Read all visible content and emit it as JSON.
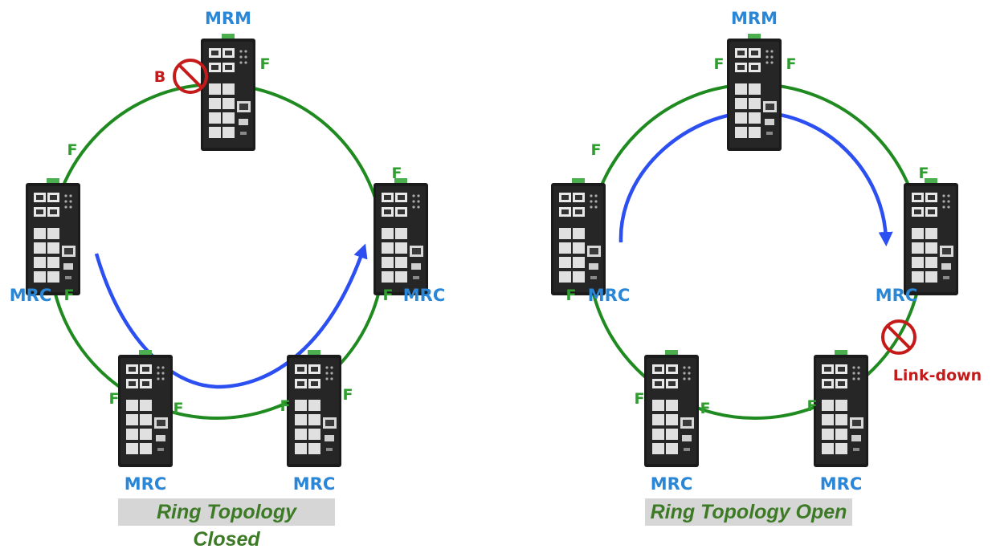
{
  "colors": {
    "ring": "#1f8a1f",
    "flow": "#2b4ff0",
    "port_label": "#2f9e2f",
    "role_label": "#2a86d6",
    "fault": "#c41a1a",
    "caption_bg": "#d6d6d6",
    "caption_text": "#3d7a26"
  },
  "closed": {
    "caption": "Ring Topology Closed",
    "mrm": {
      "role": "MRM",
      "port_left": "B",
      "port_right": "F"
    },
    "left": {
      "role": "MRC",
      "port_top": "F",
      "port_bottom": "F"
    },
    "right": {
      "role": "MRC",
      "port_top": "F",
      "port_bottom": "F"
    },
    "bottom_left": {
      "role": "MRC",
      "port_left": "F",
      "port_right": "F"
    },
    "bottom_right": {
      "role": "MRC",
      "port_left": "F",
      "port_right": "F"
    },
    "blocked_icon": "prohibited-icon"
  },
  "open": {
    "caption": "Ring Topology Open",
    "mrm": {
      "role": "MRM",
      "port_left": "F",
      "port_right": "F"
    },
    "left": {
      "role": "MRC",
      "port_top": "F",
      "port_bottom": "F"
    },
    "right": {
      "role": "MRC",
      "port_top": "F"
    },
    "bottom_left": {
      "role": "MRC",
      "port_left": "F",
      "port_right": "F"
    },
    "bottom_right": {
      "role": "MRC",
      "port_left": "F"
    },
    "fault_label": "Link-down",
    "fault_icon": "prohibited-icon"
  }
}
